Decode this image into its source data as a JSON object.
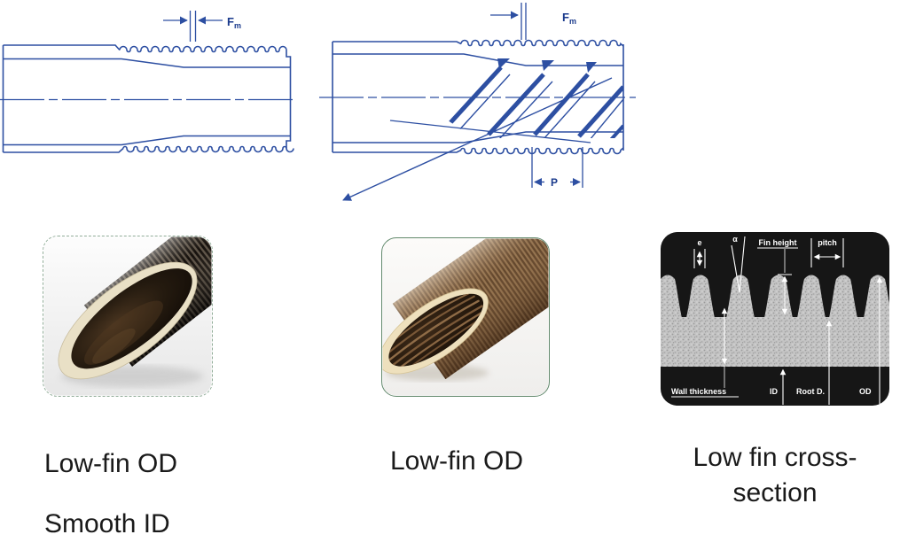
{
  "colors": {
    "diagram_line": "#2d4fa2",
    "diagram_label": "#1a3a8c",
    "caption_text": "#1a1a1a",
    "photo_border_green": "#4a7a52"
  },
  "diagram_left": {
    "dim_f": "F",
    "dim_f_sub": "m"
  },
  "diagram_right": {
    "dim_f": "F",
    "dim_f_sub": "m",
    "dim_p": "P"
  },
  "cross_section": {
    "e": "e",
    "alpha": "α",
    "fin_height": "Fin height",
    "pitch": "pitch",
    "wall_thickness": "Wall thickness",
    "id": "ID",
    "root_d": "Root D.",
    "od": "OD"
  },
  "captions": {
    "photo1_line1": "Low-fin OD",
    "photo1_line2": "Smooth ID",
    "photo2": "Low-fin OD",
    "photo3_line1": "Low fin cross-",
    "photo3_line2": "section"
  }
}
